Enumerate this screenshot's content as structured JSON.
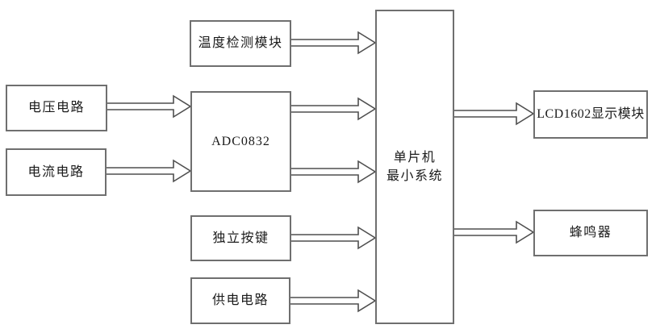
{
  "diagram": {
    "type": "block-diagram",
    "background": "#ffffff",
    "colors": {
      "box_border": "#6f6f6f",
      "arrow_outline": "#4f4f4f",
      "text": "#1b1b1b"
    },
    "nodes": {
      "temp": {
        "label": "温度检测模块"
      },
      "voltage": {
        "label": "电压电路"
      },
      "current": {
        "label": "电流电路"
      },
      "adc": {
        "label": "ADC0832"
      },
      "keys": {
        "label": "独立按键"
      },
      "power": {
        "label": "供电电路"
      },
      "mcu": {
        "label": "单片机\n最小系统"
      },
      "lcd": {
        "label": "LCD1602显示模块"
      },
      "buzzer": {
        "label": "蜂鸣器"
      }
    },
    "connections": [
      {
        "from": "温度检测模块",
        "to": "单片机最小系统"
      },
      {
        "from": "电压电路",
        "to": "ADC0832"
      },
      {
        "from": "电流电路",
        "to": "ADC0832"
      },
      {
        "from": "ADC0832",
        "to": "单片机最小系统"
      },
      {
        "from": "ADC0832",
        "to": "单片机最小系统"
      },
      {
        "from": "独立按键",
        "to": "单片机最小系统"
      },
      {
        "from": "供电电路",
        "to": "单片机最小系统"
      },
      {
        "from": "单片机最小系统",
        "to": "LCD1602显示模块"
      },
      {
        "from": "单片机最小系统",
        "to": "蜂鸣器"
      }
    ]
  }
}
